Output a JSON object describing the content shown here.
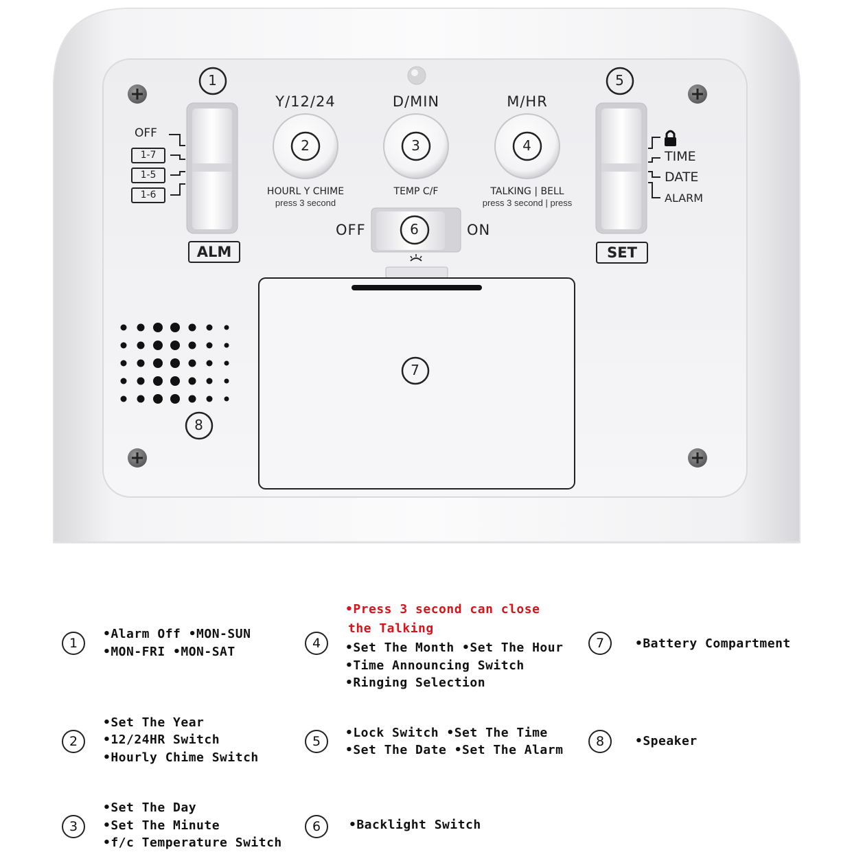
{
  "device": {
    "alarm_slider": {
      "number": "1",
      "options": [
        "OFF",
        "1-7",
        "1-5",
        "1-6"
      ],
      "tag": "ALM"
    },
    "button_2": {
      "number": "2",
      "top_label": "Y/12/24",
      "bottom_label": "HOURL Y CHIME",
      "bottom_sub": "press 3 second"
    },
    "button_3": {
      "number": "3",
      "top_label": "D/MIN",
      "bottom_label": "TEMP C/F"
    },
    "button_4": {
      "number": "4",
      "top_label": "M/HR",
      "bottom_label": "TALKING | BELL",
      "bottom_sub": "press 3 second | press"
    },
    "set_slider": {
      "number": "5",
      "options": [
        "TIME",
        "DATE",
        "ALARM"
      ],
      "tag": "SET"
    },
    "backlight_switch": {
      "number": "6",
      "off_label": "OFF",
      "on_label": "ON"
    },
    "battery_compartment": {
      "number": "7"
    },
    "speaker": {
      "number": "8"
    }
  },
  "legend": [
    {
      "number": "1",
      "lines": [
        "•Alarm Off •MON-SUN",
        "•MON-FRI  •MON-SAT"
      ]
    },
    {
      "number": "2",
      "lines": [
        "•Set The Year",
        "•12/24HR Switch",
        "•Hourly Chime Switch"
      ]
    },
    {
      "number": "3",
      "lines": [
        "•Set The Day",
        "•Set The Minute",
        "•f/c Temperature Switch"
      ]
    },
    {
      "number": "4",
      "red_lines": [
        "•Press 3 second can close",
        " the Talking"
      ],
      "lines": [
        "•Set The Month •Set The Hour",
        "•Time Announcing Switch",
        "•Ringing Selection"
      ]
    },
    {
      "number": "5",
      "lines": [
        "•Lock Switch •Set The Time",
        "•Set The Date •Set The Alarm"
      ]
    },
    {
      "number": "6",
      "lines": [
        "•Backlight Switch"
      ]
    },
    {
      "number": "7",
      "lines": [
        "•Battery Compartment"
      ]
    },
    {
      "number": "8",
      "lines": [
        "•Speaker"
      ]
    }
  ],
  "colors": {
    "accent_red": "#d8141b",
    "panel": "#f2f2f4",
    "body": "#ececee"
  }
}
